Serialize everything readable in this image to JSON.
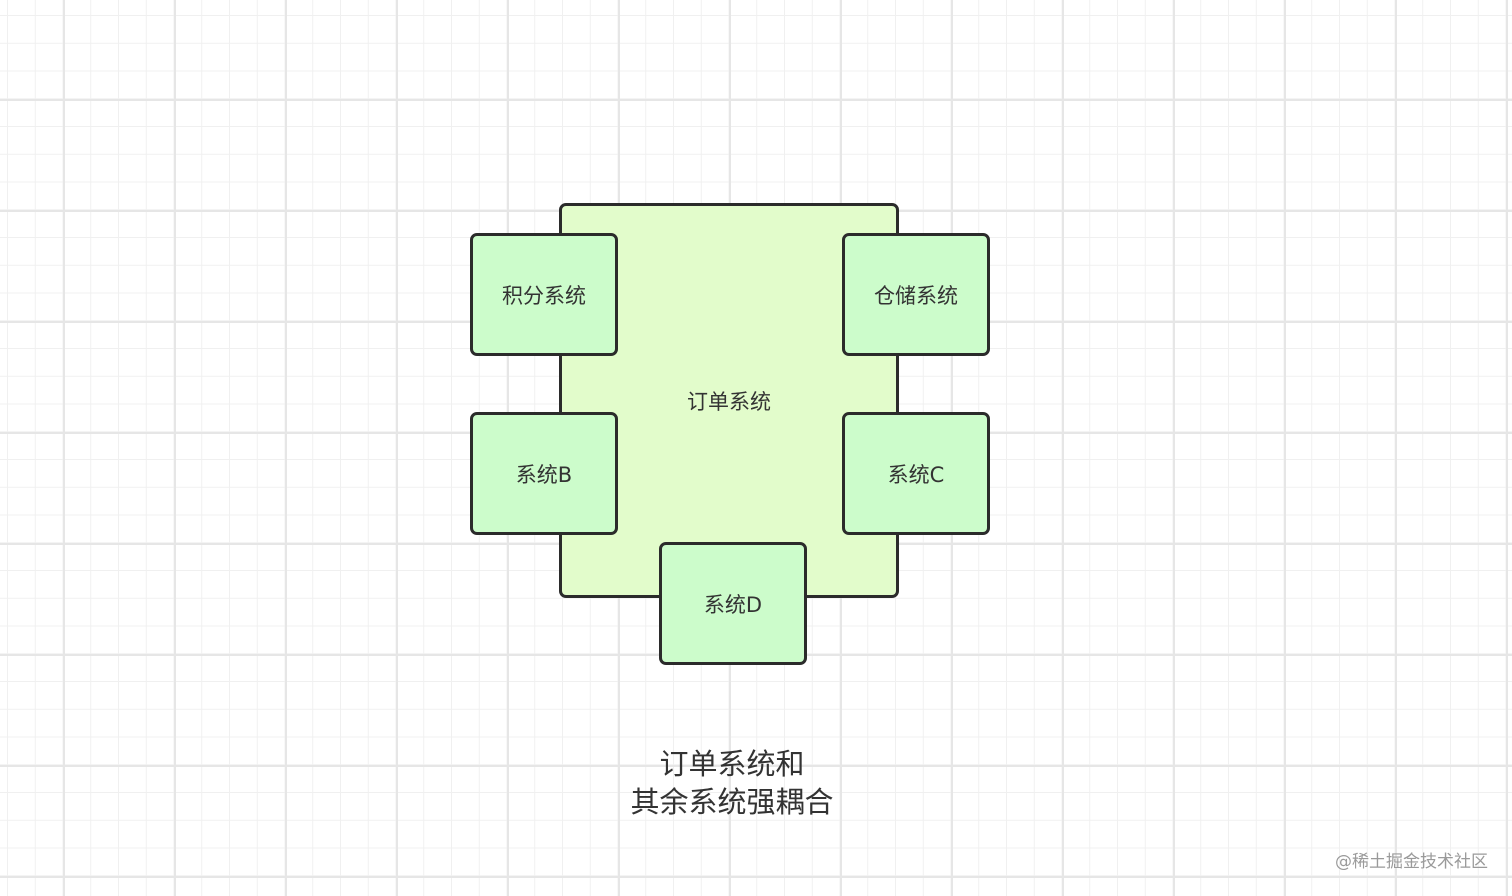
{
  "diagram": {
    "main_node": {
      "label": "订单系统",
      "color": "#e2fccb"
    },
    "sub_nodes": [
      {
        "id": "points",
        "label": "积分系统",
        "color": "#ccfccb"
      },
      {
        "id": "warehouse",
        "label": "仓储系统",
        "color": "#ccfccb"
      },
      {
        "id": "system-b",
        "label": "系统B",
        "color": "#ccfccb"
      },
      {
        "id": "system-c",
        "label": "系统C",
        "color": "#ccfccb"
      },
      {
        "id": "system-d",
        "label": "系统D",
        "color": "#ccfccb"
      }
    ],
    "border_color": "#2b2b2b",
    "caption": {
      "line1": "订单系统和",
      "line2": "其余系统强耦合"
    }
  },
  "watermark": "@稀土掘金技术社区"
}
